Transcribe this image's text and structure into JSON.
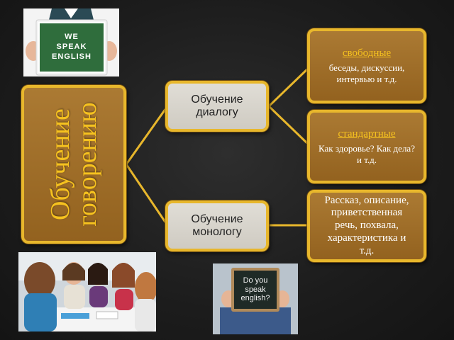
{
  "main": {
    "title_line1": "Обучение",
    "title_line2": "говорению"
  },
  "dialog": {
    "label_line1": "Обучение",
    "label_line2": "диалогу"
  },
  "monolog": {
    "label_line1": "Обучение",
    "label_line2": "монологу"
  },
  "free": {
    "heading": "свободные",
    "body_line1": "беседы, дискуссии,",
    "body_line2": "интервью и т.д."
  },
  "standard": {
    "heading": "стандартные",
    "body_line1": "Как здоровье?  Как дела?",
    "body_line2": "и т.д."
  },
  "monolog_types": {
    "line1": "Рассказ, описание,",
    "line2": "приветственная",
    "line3": "речь, похвала,",
    "line4": "характеристика и",
    "line5": "т.д."
  },
  "sign_top": {
    "line1": "WE",
    "line2": "SPEAK",
    "line3": "ENGLISH"
  },
  "sign_bottom": {
    "line1": "Do you",
    "line2": "speak",
    "line3": "english?"
  },
  "colors": {
    "accent": "#e8b72c",
    "box_fill": "#a4732b",
    "title_text": "#f6c21f",
    "background": "#1c1c1c"
  }
}
